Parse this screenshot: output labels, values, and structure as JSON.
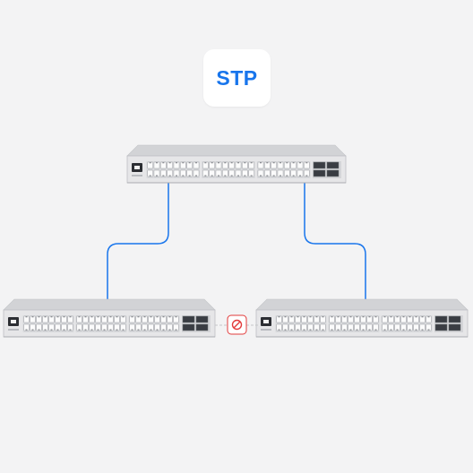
{
  "badge": {
    "label": "STP"
  },
  "colors": {
    "accent": "#1875ec",
    "blocked": "#e23b3b",
    "switch_body": "#e6e6e8",
    "switch_edge": "#bdbfc4",
    "background": "#f3f3f4"
  },
  "switches": [
    {
      "id": "core-switch",
      "role": "root",
      "ports": 48,
      "sfp_ports": 4
    },
    {
      "id": "access-switch-left",
      "role": "access",
      "ports": 48,
      "sfp_ports": 4
    },
    {
      "id": "access-switch-right",
      "role": "access",
      "ports": 48,
      "sfp_ports": 4
    }
  ],
  "links": [
    {
      "from": "access-switch-left",
      "to": "core-switch",
      "state": "forwarding"
    },
    {
      "from": "access-switch-right",
      "to": "core-switch",
      "state": "forwarding"
    },
    {
      "from": "access-switch-left",
      "to": "access-switch-right",
      "state": "blocked",
      "icon": "blocked-icon"
    }
  ]
}
